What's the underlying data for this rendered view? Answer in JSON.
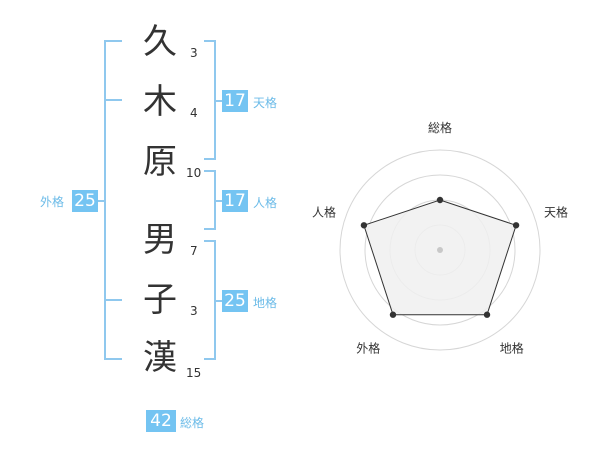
{
  "name": {
    "chars": [
      {
        "char": "久",
        "strokes": "3"
      },
      {
        "char": "木",
        "strokes": "4"
      },
      {
        "char": "原",
        "strokes": "10"
      },
      {
        "char": "男",
        "strokes": "7"
      },
      {
        "char": "子",
        "strokes": "3"
      },
      {
        "char": "漢",
        "strokes": "15"
      }
    ]
  },
  "kakusu": {
    "tenkaku": {
      "value": "17",
      "label": "天格"
    },
    "jinkaku": {
      "value": "17",
      "label": "人格"
    },
    "chikaku": {
      "value": "25",
      "label": "地格"
    },
    "gaikaku": {
      "value": "25",
      "label": "外格"
    },
    "soukaku": {
      "value": "42",
      "label": "総格"
    }
  },
  "radar": {
    "axes": [
      "総格",
      "天格",
      "地格",
      "外格",
      "人格"
    ],
    "values": [
      0.5,
      0.8,
      0.8,
      0.8,
      0.8
    ],
    "rings": 4,
    "colors": {
      "fill": "#f0f0f0",
      "stroke": "#333333",
      "grid": "#d6d6d6",
      "bracket": "#8fc8ee",
      "box": "#74c4f2"
    }
  }
}
